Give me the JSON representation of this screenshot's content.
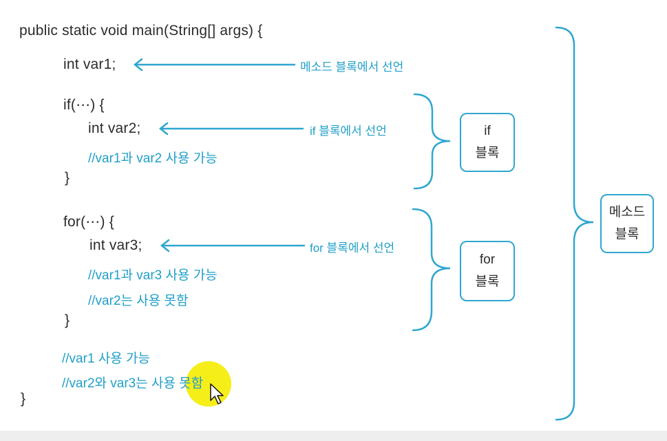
{
  "code": {
    "line_main": "public static void main(String[] args) {",
    "line_var1": "int var1;",
    "line_if": "if(⋯) {",
    "line_var2": "int var2;",
    "comment_if_1": "//var1과  var2  사용 가능",
    "line_if_close": "}",
    "line_for": "for(⋯) {",
    "line_var3": "int var3;",
    "comment_for_1": "//var1과  var3  사용 가능",
    "comment_for_2": "//var2는 사용 못함",
    "line_for_close": "}",
    "comment_main_1": "//var1  사용 가능",
    "comment_main_2": "//var2와  var3는 사용 못함",
    "line_main_close": "}"
  },
  "annotations": {
    "method_decl": "메소드 블록에서 선언",
    "if_decl": "if 블록에서 선언",
    "for_decl": "for 블록에서 선언"
  },
  "boxes": {
    "if_line1": "if",
    "if_line2": "블록",
    "for_line1": "for",
    "for_line2": "블록",
    "method_line1": "메소드",
    "method_line2": "블록"
  },
  "colors": {
    "accent": "#1f9fc8",
    "code_text": "#2b2b2b",
    "cursor_highlight": "#f5ec00"
  },
  "icons": {
    "cursor": "mouse-pointer-icon"
  }
}
